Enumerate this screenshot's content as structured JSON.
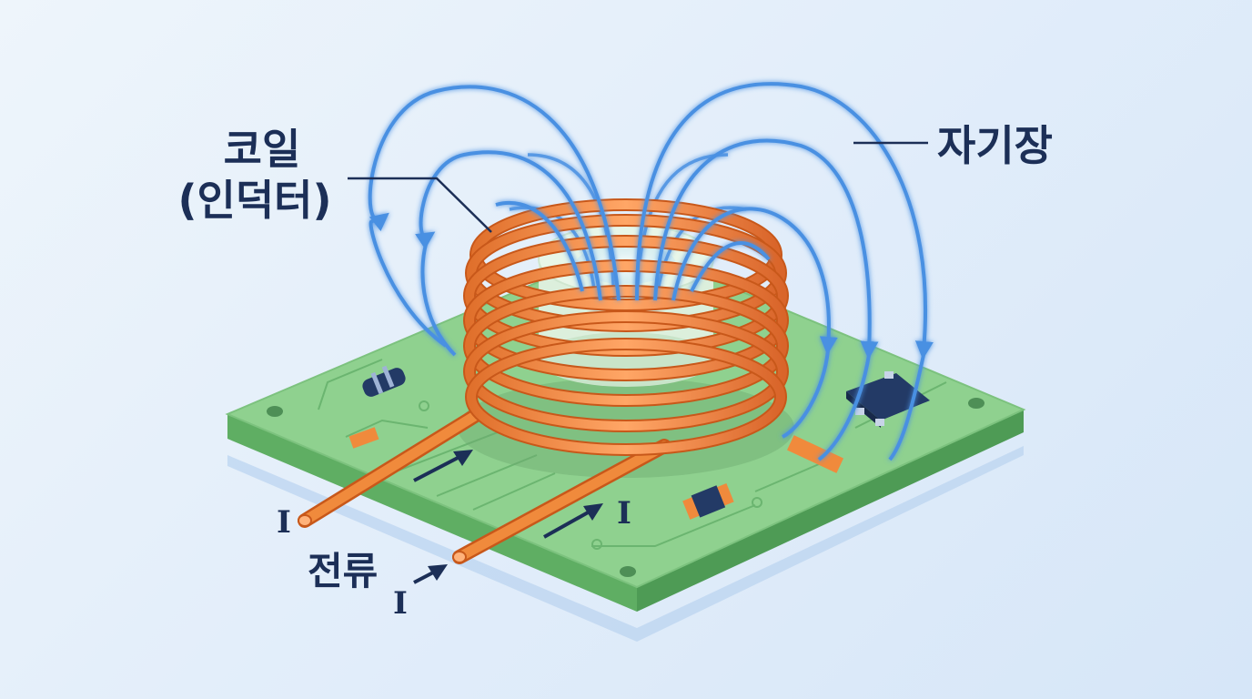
{
  "labels": {
    "coil_line1": "코일",
    "coil_line2": "(인덕터)",
    "magnetic_field": "자기장",
    "current": "전류",
    "current_symbol": "I"
  },
  "colors": {
    "copper": "#f08a3c",
    "copper_dark": "#c8581a",
    "field_line": "#4a90e2",
    "board": "#8fd18f",
    "board_edge": "#5fae63",
    "label": "#1c2f57",
    "core": "#dcefdc"
  },
  "icons": [
    "field-arrow-icon",
    "current-arrow-icon"
  ]
}
